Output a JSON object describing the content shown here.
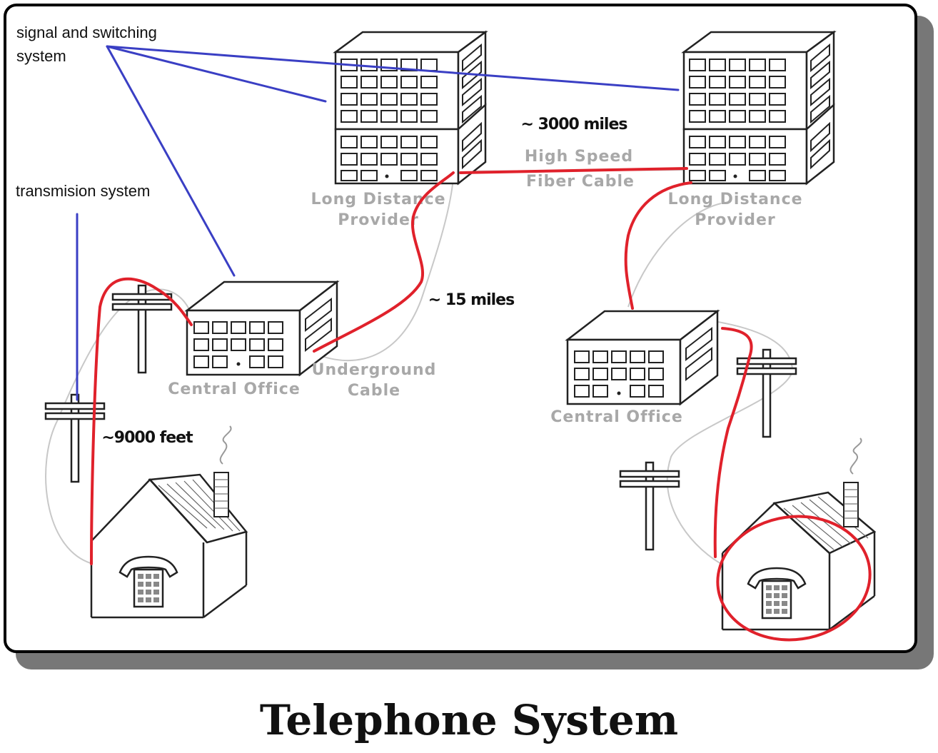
{
  "title": "Telephone System",
  "annotations": {
    "signal_switching": [
      "signal and switching",
      "system"
    ],
    "transmission": "transmision system"
  },
  "labels": {
    "ldp_left": [
      "Long Distance",
      "Provider"
    ],
    "ldp_right": [
      "Long Distance",
      "Provider"
    ],
    "co_left": "Central Office",
    "co_right": "Central Office",
    "fiber": [
      "High Speed",
      "Fiber Cable"
    ],
    "underground": [
      "Underground",
      "Cable"
    ]
  },
  "distances": {
    "long_distance": "~ 3000 miles",
    "co_to_ldp": "~ 15 miles",
    "home_to_co": "~9000 feet"
  },
  "colors": {
    "annotation_line": "#3a3fc4",
    "highlight_path": "#e0212b",
    "cable": "#c8c8c8",
    "frame_shadow": "#777777"
  },
  "icons": [
    "building-icon",
    "telephone-pole-icon",
    "house-icon",
    "telephone-icon"
  ]
}
